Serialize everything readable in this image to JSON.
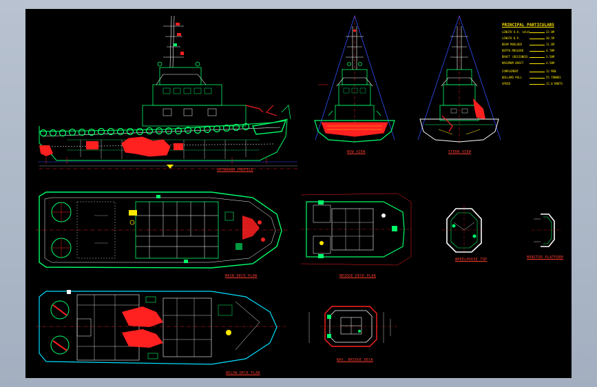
{
  "views": {
    "outboard_profile": "OUTBOARD PROFILE",
    "bow_view": "BOW VIEW",
    "stern_view": "STERN VIEW",
    "main_deck_plan": "MAIN DECK PLAN",
    "bridge_deck_plan": "BRIDGE DECK PLAN",
    "wheelhouse_top": "WHEELHOUSE TOP",
    "monitor_platform": "MONITOR PLATFORM",
    "below_deck_plan": "BELOW DECK PLAN",
    "nav_bridge_deck": "NAV. BRIDGE DECK"
  },
  "particulars": {
    "title": "PRINCIPAL PARTICULARS",
    "rows": [
      {
        "key": "LENGTH O.A. (mld)",
        "value": "32.0M"
      },
      {
        "key": "LENGTH B.P.",
        "value": "30.5M"
      },
      {
        "key": "BEAM MOULDED",
        "value": "11.6M"
      },
      {
        "key": "DEPTH MOULDED",
        "value": "4.70M"
      },
      {
        "key": "DRAFT (DESIGNED)",
        "value": "3.50M"
      },
      {
        "key": "MAXIMUM DRAFT",
        "value": "4.50M"
      },
      {
        "key": "COMPLEMENT",
        "value": "12 MEN"
      },
      {
        "key": "BOLLARD PULL",
        "value": "55 TONNES"
      },
      {
        "key": "SPEED",
        "value": "12.0 KNOTS"
      }
    ]
  },
  "colors": {
    "sheet": "#000000",
    "frame": "#a8b4c4",
    "outline": "#00ff6a",
    "white_line": "#ffffff",
    "red": "#ff2020",
    "yellow": "#ffe800",
    "blue": "#3050ff",
    "cyan": "#00e0ff"
  }
}
